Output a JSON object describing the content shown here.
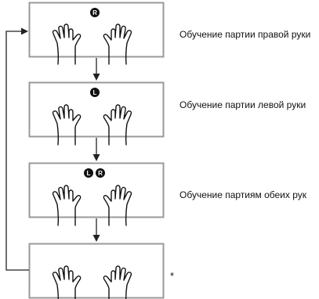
{
  "steps": [
    {
      "badges": [
        "R"
      ],
      "label": "Обучение партии правой руки"
    },
    {
      "badges": [
        "L"
      ],
      "label": "Обучение партии левой руки"
    },
    {
      "badges": [
        "L",
        "R"
      ],
      "label": "Обучение партиям обеих рук"
    },
    {
      "badges": [],
      "label": "",
      "note": "*"
    }
  ],
  "icons": {
    "hands": "two-open-hands-icon",
    "right_badge": "right-hand-badge-icon",
    "left_badge": "left-hand-badge-icon"
  },
  "colors": {
    "box_border": "#9a9a9a",
    "line": "#222222",
    "text": "#111111",
    "badge_fill": "#111111",
    "badge_text": "#ffffff"
  }
}
